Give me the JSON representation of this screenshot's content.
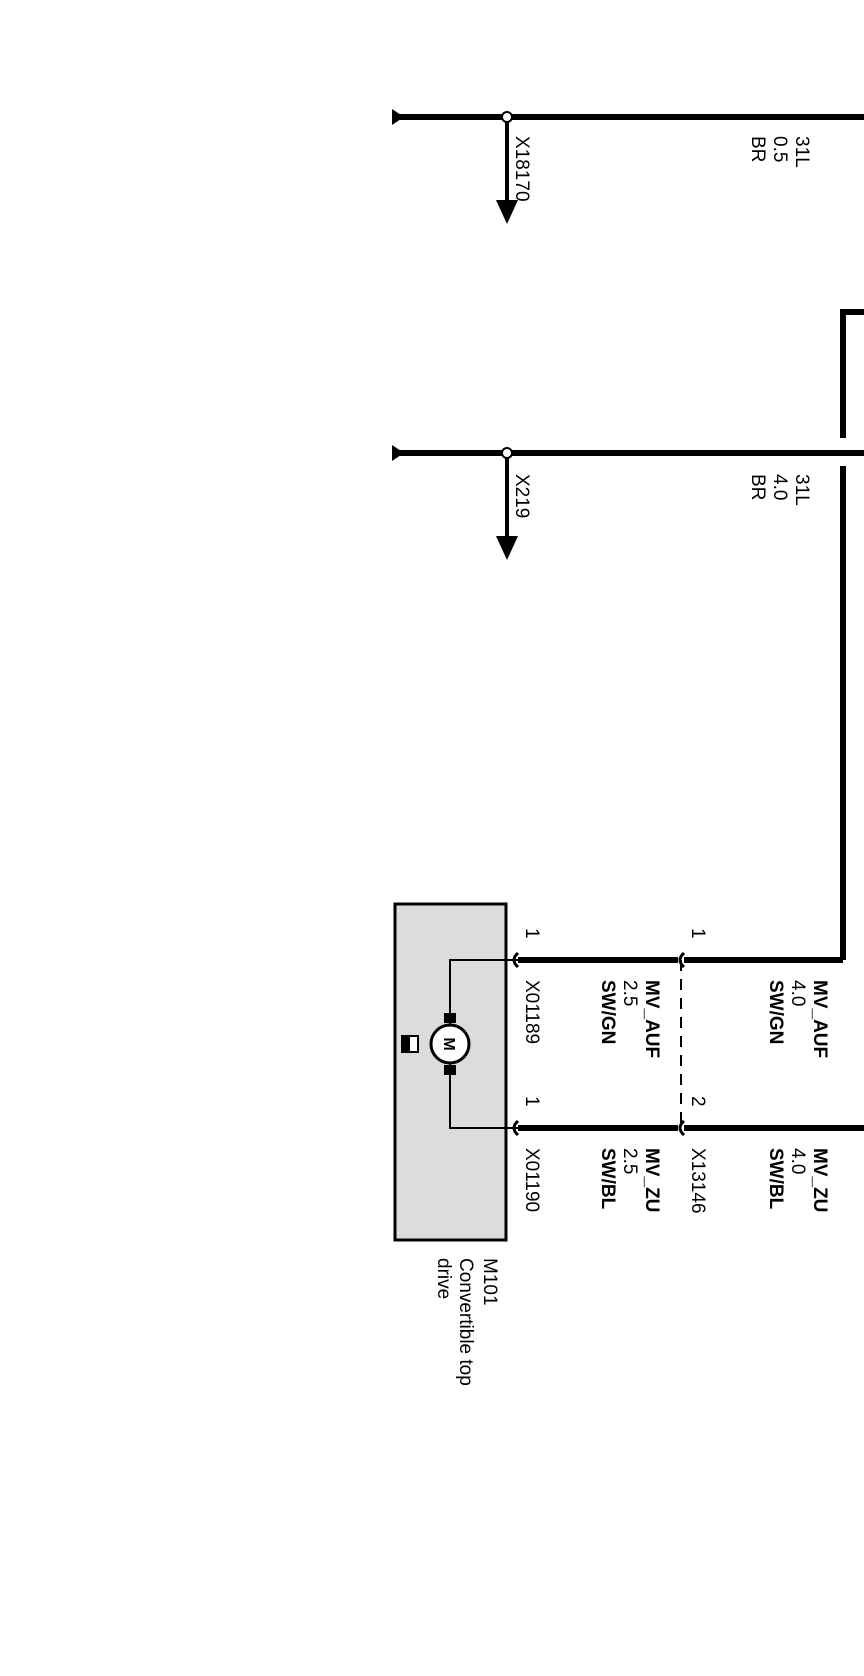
{
  "wires": {
    "top": {
      "name": "31L",
      "size": "0.5",
      "color": "BR",
      "connector": "X18170"
    },
    "mid": {
      "name": "31L",
      "size": "4.0",
      "color": "BR",
      "connector": "X219"
    },
    "auf_outer": {
      "name": "MV_AUF",
      "size": "4.0",
      "color": "SW/GN"
    },
    "zu_outer": {
      "name": "MV_ZU",
      "size": "4.0",
      "color": "SW/BL"
    },
    "auf_inner": {
      "name": "MV_AUF",
      "size": "2.5",
      "color": "SW/GN"
    },
    "zu_inner": {
      "name": "MV_ZU",
      "size": "2.5",
      "color": "SW/BL"
    }
  },
  "connectors": {
    "x13146": {
      "id": "X13146",
      "pin_auf": "1",
      "pin_zu": "2"
    },
    "x01189": {
      "id": "X01189",
      "pin": "1"
    },
    "x01190": {
      "id": "X01190",
      "pin": "1"
    }
  },
  "component": {
    "id": "M101",
    "name_line1": "Convertible top",
    "name_line2": "drive",
    "motor_symbol": "M",
    "fill_color": "#dcdcdc"
  }
}
